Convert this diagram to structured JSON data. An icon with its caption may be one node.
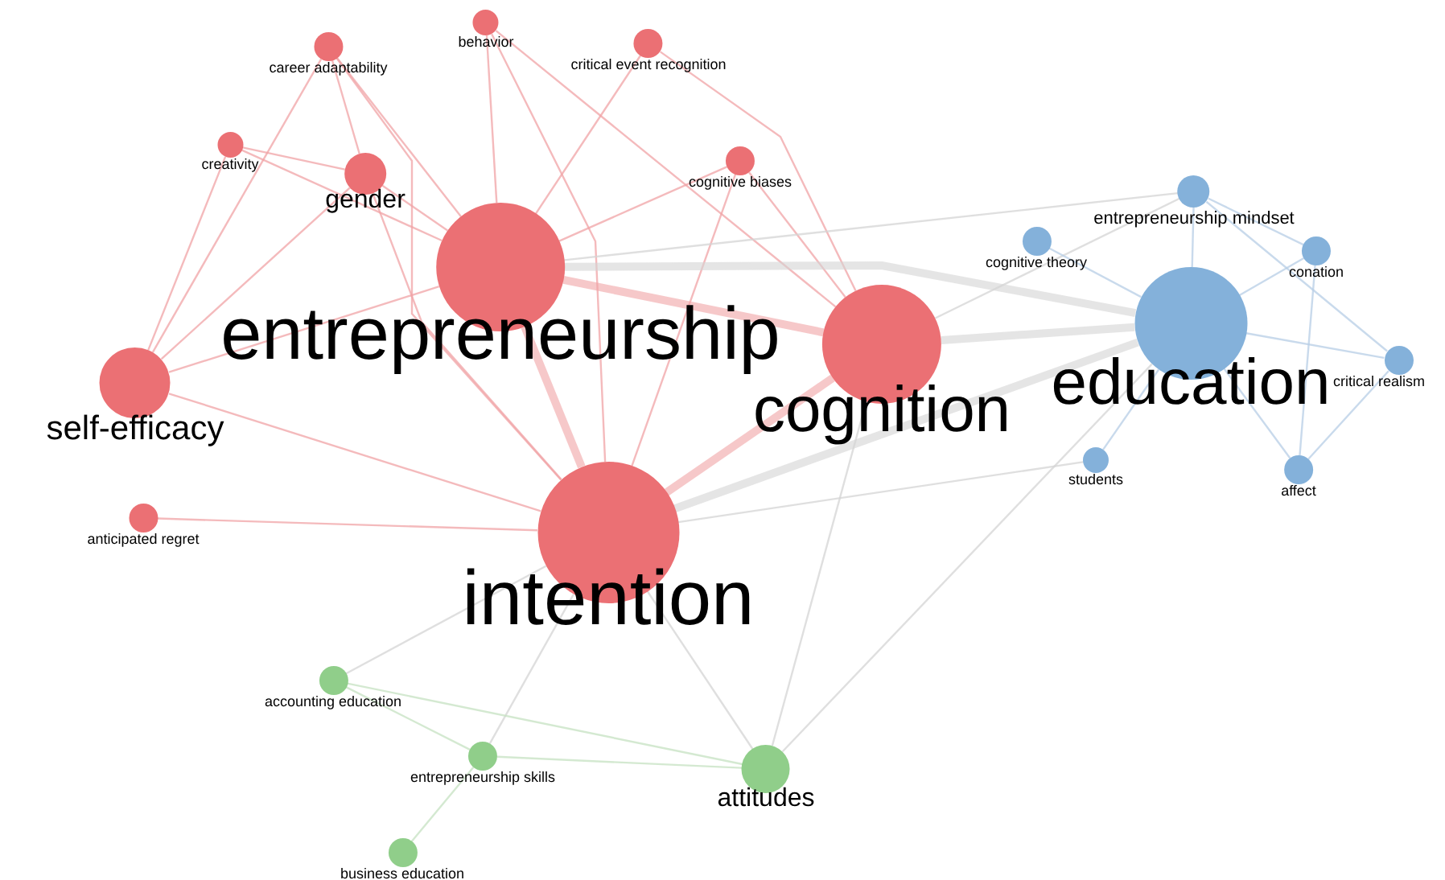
{
  "diagram": {
    "nodes": [
      {
        "text": [
          "behavior"
        ]
      },
      {
        "text": [
          "career adaptability"
        ]
      },
      {
        "text": [
          "critical event recognition"
        ]
      },
      {
        "text": [
          "creativity"
        ]
      },
      {
        "text": [
          "cognitive biases"
        ]
      },
      {
        "text": [
          "gender"
        ]
      },
      {
        "text": [
          "entrepreneurship"
        ]
      },
      {
        "text": [
          "entrepreneurship mindset"
        ]
      },
      {
        "text": [
          "cognitive theory"
        ]
      },
      {
        "text": [
          "conation"
        ]
      },
      {
        "text": [
          "self-efficacy"
        ]
      },
      {
        "text": [
          "cognition"
        ]
      },
      {
        "text": [
          "education"
        ]
      },
      {
        "text": [
          "critical realism"
        ]
      },
      {
        "text": [
          "students"
        ]
      },
      {
        "text": [
          "affect"
        ]
      },
      {
        "text": [
          "anticipated regret"
        ]
      },
      {
        "text": [
          "intention"
        ]
      },
      {
        "text": [
          "accounting education"
        ]
      },
      {
        "text": [
          "entrepreneurship skills"
        ]
      },
      {
        "text": [
          "attitudes"
        ]
      },
      {
        "text": [
          "business education"
        ]
      }
    ],
    "edges": [
      {
        "from": 6,
        "to": 11,
        "arrow": "none",
        "style": "thick"
      },
      {
        "from": 6,
        "to": 17,
        "arrow": "none",
        "style": "thick"
      },
      {
        "from": 11,
        "to": 17,
        "arrow": "none",
        "style": "thick"
      },
      {
        "from": 10,
        "to": 6,
        "arrow": "none"
      },
      {
        "from": 10,
        "to": 17,
        "arrow": "none"
      },
      {
        "from": 10,
        "to": 5,
        "arrow": "none"
      },
      {
        "from": 10,
        "to": 3,
        "arrow": "none"
      },
      {
        "from": 10,
        "to": 1,
        "arrow": "none"
      },
      {
        "from": 5,
        "to": 6,
        "arrow": "none"
      },
      {
        "from": 5,
        "to": 3,
        "arrow": "none"
      },
      {
        "from": 5,
        "to": 1,
        "arrow": "none"
      },
      {
        "from": 5,
        "to": 17,
        "arrow": "none"
      },
      {
        "from": 1,
        "to": 6,
        "arrow": "none"
      },
      {
        "from": 1,
        "to": 17,
        "arrow": "none"
      },
      {
        "from": 3,
        "to": 6,
        "arrow": "none"
      },
      {
        "from": 0,
        "to": 6,
        "arrow": "none"
      },
      {
        "from": 0,
        "to": 17,
        "arrow": "none"
      },
      {
        "from": 0,
        "to": 11,
        "arrow": "none"
      },
      {
        "from": 2,
        "to": 6,
        "arrow": "none"
      },
      {
        "from": 2,
        "to": 11,
        "arrow": "none"
      },
      {
        "from": 4,
        "to": 6,
        "arrow": "none"
      },
      {
        "from": 4,
        "to": 11,
        "arrow": "none"
      },
      {
        "from": 4,
        "to": 17,
        "arrow": "none"
      },
      {
        "from": 16,
        "to": 17,
        "arrow": "none"
      },
      {
        "from": 6,
        "to": 12,
        "arrow": "none",
        "style": "thick",
        "color": "#d4d4d4"
      },
      {
        "from": 11,
        "to": 12,
        "arrow": "none",
        "style": "thick",
        "color": "#d4d4d4"
      },
      {
        "from": 17,
        "to": 12,
        "arrow": "none",
        "style": "thick",
        "color": "#d4d4d4"
      },
      {
        "from": 6,
        "to": 7,
        "arrow": "none",
        "color": "#d4d4d4"
      },
      {
        "from": 11,
        "to": 7,
        "arrow": "none",
        "color": "#d4d4d4"
      },
      {
        "from": 17,
        "to": 20,
        "arrow": "none",
        "color": "#d4d4d4"
      },
      {
        "from": 11,
        "to": 20,
        "arrow": "none",
        "color": "#d4d4d4"
      },
      {
        "from": 12,
        "to": 20,
        "arrow": "none",
        "color": "#d4d4d4"
      },
      {
        "from": 18,
        "to": 17,
        "arrow": "none",
        "color": "#d4d4d4"
      },
      {
        "from": 19,
        "to": 17,
        "arrow": "none",
        "color": "#d4d4d4"
      },
      {
        "from": 14,
        "to": 17,
        "arrow": "none",
        "color": "#d4d4d4"
      },
      {
        "from": 12,
        "to": 7,
        "arrow": "none",
        "color": "#b7cde6"
      },
      {
        "from": 12,
        "to": 8,
        "arrow": "none",
        "color": "#b7cde6"
      },
      {
        "from": 12,
        "to": 9,
        "arrow": "none",
        "color": "#b7cde6"
      },
      {
        "from": 12,
        "to": 13,
        "arrow": "none",
        "color": "#b7cde6"
      },
      {
        "from": 12,
        "to": 15,
        "arrow": "none",
        "color": "#b7cde6"
      },
      {
        "from": 12,
        "to": 14,
        "arrow": "none",
        "color": "#b7cde6"
      },
      {
        "from": 7,
        "to": 9,
        "arrow": "none",
        "color": "#b7cde6"
      },
      {
        "from": 7,
        "to": 13,
        "arrow": "none",
        "color": "#b7cde6"
      },
      {
        "from": 9,
        "to": 15,
        "arrow": "none",
        "color": "#b7cde6"
      },
      {
        "from": 13,
        "to": 15,
        "arrow": "none",
        "color": "#b7cde6"
      },
      {
        "from": 18,
        "to": 20,
        "arrow": "none",
        "color": "#c6e2c2"
      },
      {
        "from": 18,
        "to": 19,
        "arrow": "none",
        "color": "#c6e2c2"
      },
      {
        "from": 19,
        "to": 20,
        "arrow": "none",
        "color": "#c6e2c2"
      },
      {
        "from": 19,
        "to": 21,
        "arrow": "none",
        "color": "#c6e2c2"
      }
    ]
  }
}
